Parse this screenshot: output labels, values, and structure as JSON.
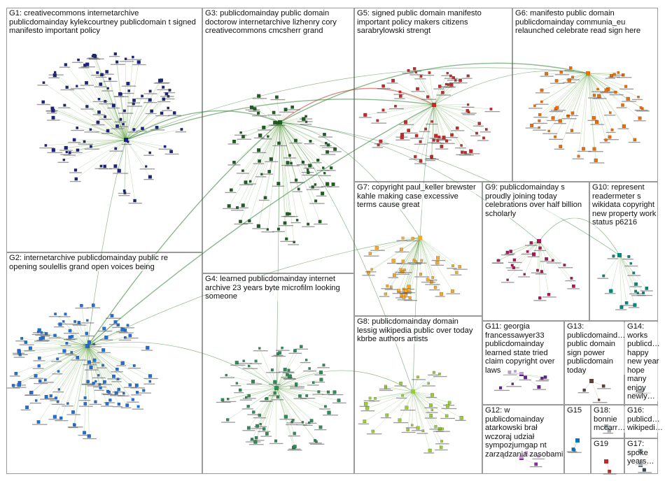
{
  "groups": [
    {
      "id": "G1",
      "label": "G1: creativecommons internetarchive\npublicdomainday kylekcourtney publicdomain t signed\nmanifesto important policy",
      "color": "#1a237e",
      "nodes": 95
    },
    {
      "id": "G2",
      "label": "G2: internetarchive publicdomainday public re\nopening soulellis grand open voices being",
      "color": "#1e6fd9",
      "nodes": 110
    },
    {
      "id": "G3",
      "label": "G3: publicdomainday public domain\ndoctorow internetarchive lizhenry cory\ncreativecommons cmcsherr grand",
      "color": "#1b5e20",
      "nodes": 75
    },
    {
      "id": "G4",
      "label": "G4: learned publicdomainday internet\narchive 23 years byte microfilm looking\nsomeone",
      "color": "#2e8b57",
      "nodes": 70
    },
    {
      "id": "G5",
      "label": "G5: signed public domain manifesto\nimportant policy makers citizens\nsarabrylowski strengt",
      "color": "#c62828",
      "nodes": 62
    },
    {
      "id": "G6",
      "label": "G6: manifesto public domain\npublicdomainday communia_eu\nrelaunched celebrate read sign here",
      "color": "#ef6c00",
      "nodes": 52
    },
    {
      "id": "G7",
      "label": "G7: copyright paul_keller brewster\nkahle making case excessive\nterms cause great",
      "color": "#f9a825",
      "nodes": 40
    },
    {
      "id": "G8",
      "label": "G8: publicdomainday domain\nlessig wikipedia public over today\nkbrbe authors artists",
      "color": "#9acd32",
      "nodes": 35
    },
    {
      "id": "G9",
      "label": "G9: publicdomainday s\nproudly joining today\ncelebrations over half billion\nscholarly",
      "color": "#ad1457",
      "nodes": 22
    },
    {
      "id": "G10",
      "label": "G10: represent\nreadermeter s\nwikidata copyright\nnew property work\nstatus p6216",
      "color": "#00897b",
      "nodes": 14
    },
    {
      "id": "G11",
      "label": "G11: georgia\nfrancessawyer33\npublicdomainday\nlearned state tried\nclaim copyright over\nlaws",
      "color": "#6a1b9a",
      "nodes": 8
    },
    {
      "id": "G12",
      "label": "G12: w\npublicdomainday\natarkowski brał\nwczoraj udział\nsympozjumgap nt\nzarządzania zasobami",
      "color": "#8e24aa",
      "nodes": 3
    },
    {
      "id": "G13",
      "label": "G13:\npublicdomaind…\npublic domain\nsign power\npublicdomain\ntoday",
      "color": "#5d4037",
      "nodes": 3
    },
    {
      "id": "G14",
      "label": "G14:\nworks\npublicd…\nhappy\nnew year\nhope\nmany\nenjoy\nnewly…",
      "color": "#455a64",
      "nodes": 2
    },
    {
      "id": "G15",
      "label": "G15",
      "color": "#0277bd",
      "nodes": 2
    },
    {
      "id": "G16",
      "label": "G16:\npublicd…\nwikipedi…",
      "color": "#37474f",
      "nodes": 1
    },
    {
      "id": "G17",
      "label": "G17:\nspoke\nyears…",
      "color": "#37474f",
      "nodes": 1
    },
    {
      "id": "G18",
      "label": "G18:\nbonnie\nmccarr…",
      "color": "#37474f",
      "nodes": 1
    },
    {
      "id": "G19",
      "label": "G19",
      "color": "#c62828",
      "nodes": 1
    }
  ],
  "edge_color": "#6aa84f",
  "highlight_edge_color": "#c0392b"
}
